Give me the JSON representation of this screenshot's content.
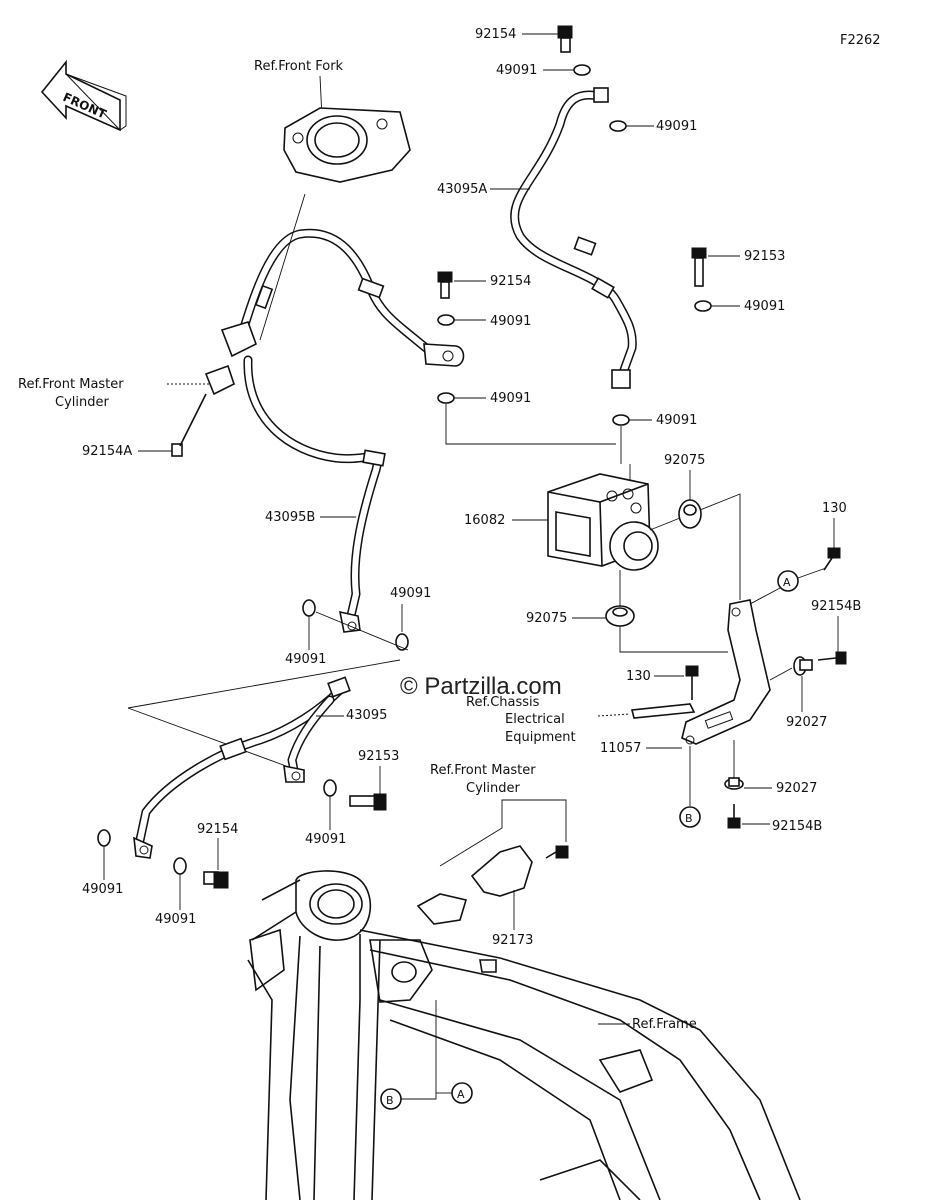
{
  "figure_code": "F2262",
  "watermark": "© Partzilla.com",
  "front_arrow_label": "FRONT",
  "refs": {
    "front_fork": "Ref.Front Fork",
    "front_master_cylinder_1": [
      "Ref.Front Master",
      "Cylinder"
    ],
    "front_master_cylinder_2": [
      "Ref.Front Master",
      "Cylinder"
    ],
    "chassis_electrical": [
      "Ref.Chassis",
      "Electrical",
      "Equipment"
    ],
    "frame": "Ref.Frame"
  },
  "callouts": {
    "circle_a": "A",
    "circle_b": "B"
  },
  "part_labels": {
    "p92154_top": "92154",
    "p49091_top1": "49091",
    "p49091_top2": "49091",
    "p43095A": "43095A",
    "p92153_right": "92153",
    "p49091_right": "49091",
    "p92154_mid": "92154",
    "p49091_mid1": "49091",
    "p49091_mid2": "49091",
    "p49091_abs": "49091",
    "p92154A": "92154A",
    "p43095B": "43095B",
    "p16082": "16082",
    "p92075_top": "92075",
    "p130_top": "130",
    "p92154B_top": "92154B",
    "p92075_bot": "92075",
    "p49091_lowa": "49091",
    "p49091_lowb": "49091",
    "p130_mid": "130",
    "p92027_top": "92027",
    "p43095": "43095",
    "p11057": "11057",
    "p92153_low": "92153",
    "p92027_bot": "92027",
    "p92154B_bot": "92154B",
    "p92154_low": "92154",
    "p49091_low1": "49091",
    "p49091_low2": "49091",
    "p49091_low3": "49091",
    "p92173": "92173"
  }
}
